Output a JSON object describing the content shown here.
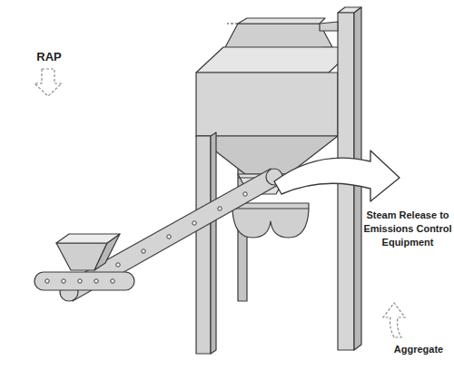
{
  "diagram": {
    "labels": [
      "RAP",
      "Steam Release to Emissions Control Equipment",
      "Aggregate"
    ]
  }
}
